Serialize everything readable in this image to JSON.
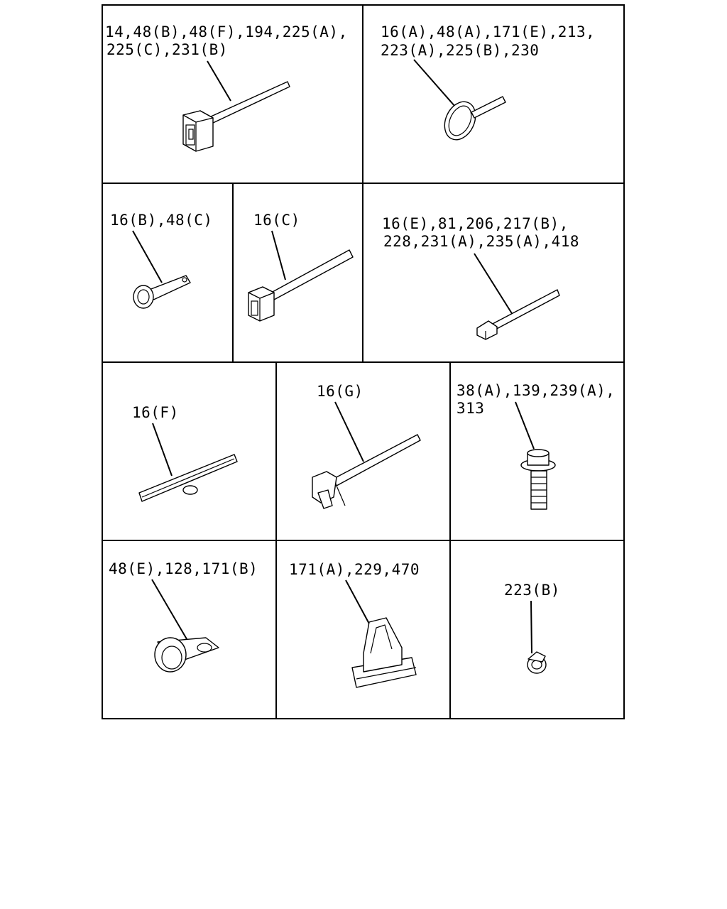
{
  "cells": [
    {
      "id": "cell-1",
      "lines": [
        "14,48(B),48(F),194,225(A),",
        "225(C),231(B)"
      ]
    },
    {
      "id": "cell-2",
      "lines": [
        "16(A),48(A),171(E),213,",
        "223(A),225(B),230"
      ]
    },
    {
      "id": "cell-3",
      "lines": [
        "16(B),48(C)"
      ]
    },
    {
      "id": "cell-4",
      "lines": [
        "16(C)"
      ]
    },
    {
      "id": "cell-5",
      "lines": [
        "16(E),81,206,217(B),",
        "228,231(A),235(A),418"
      ]
    },
    {
      "id": "cell-6",
      "lines": [
        "16(F)"
      ]
    },
    {
      "id": "cell-7",
      "lines": [
        "16(G)"
      ]
    },
    {
      "id": "cell-8",
      "lines": [
        "38(A),139,239(A),",
        "313"
      ]
    },
    {
      "id": "cell-9",
      "lines": [
        "48(E),128,171(B)"
      ]
    },
    {
      "id": "cell-10",
      "lines": [
        "171(A),229,470"
      ]
    },
    {
      "id": "cell-11",
      "lines": [
        "223(B)"
      ]
    }
  ]
}
